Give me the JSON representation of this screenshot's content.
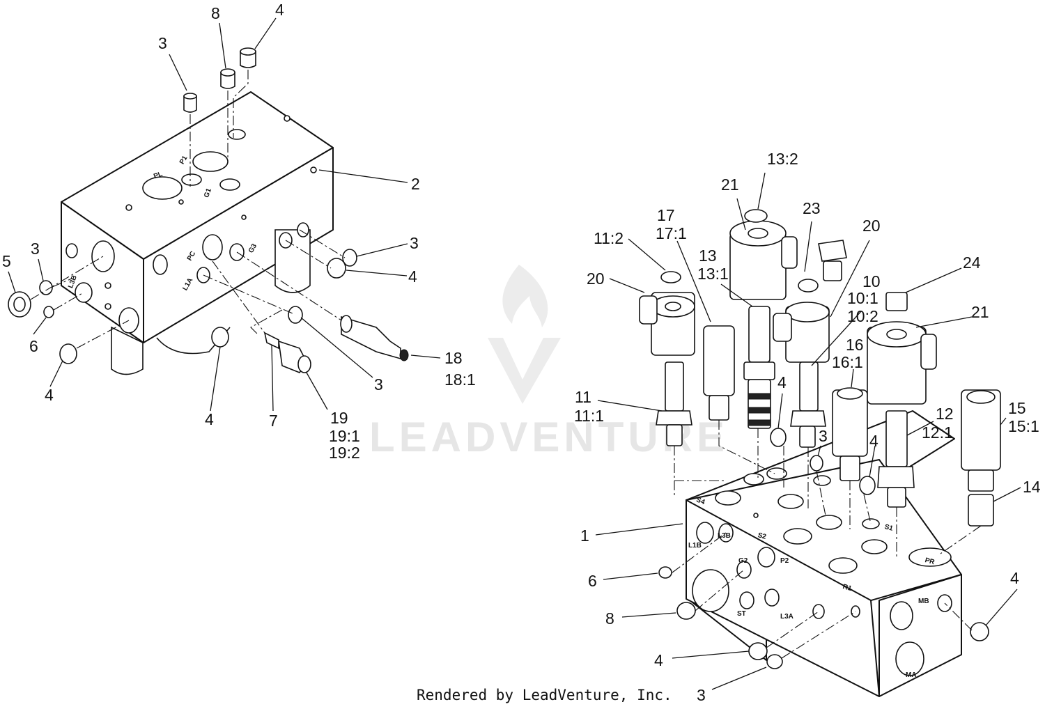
{
  "watermark": "LEADVENTURE",
  "footer": "Rendered by LeadVenture, Inc.",
  "callouts": {
    "left": [
      {
        "id": "c3a",
        "text": "3"
      },
      {
        "id": "c8a",
        "text": "8"
      },
      {
        "id": "c4a",
        "text": "4"
      },
      {
        "id": "c2",
        "text": "2"
      },
      {
        "id": "c5",
        "text": "5"
      },
      {
        "id": "c3b",
        "text": "3"
      },
      {
        "id": "c3c",
        "text": "3"
      },
      {
        "id": "c4b",
        "text": "4"
      },
      {
        "id": "c6a",
        "text": "6"
      },
      {
        "id": "c4c",
        "text": "4"
      },
      {
        "id": "c18",
        "text": "18"
      },
      {
        "id": "c18_1",
        "text": "18:1"
      },
      {
        "id": "c3d",
        "text": "3"
      },
      {
        "id": "c4d",
        "text": "4"
      },
      {
        "id": "c7",
        "text": "7"
      },
      {
        "id": "c19",
        "text": "19"
      },
      {
        "id": "c19_1",
        "text": "19:1"
      },
      {
        "id": "c19_2",
        "text": "19:2"
      }
    ],
    "right": [
      {
        "id": "c13_2",
        "text": "13:2"
      },
      {
        "id": "c21a",
        "text": "21"
      },
      {
        "id": "c23",
        "text": "23"
      },
      {
        "id": "c20a",
        "text": "20"
      },
      {
        "id": "c17",
        "text": "17"
      },
      {
        "id": "c17_1",
        "text": "17:1"
      },
      {
        "id": "c11_2",
        "text": "11:2"
      },
      {
        "id": "c13",
        "text": "13"
      },
      {
        "id": "c13_1",
        "text": "13:1"
      },
      {
        "id": "c24",
        "text": "24"
      },
      {
        "id": "c20b",
        "text": "20"
      },
      {
        "id": "c10",
        "text": "10"
      },
      {
        "id": "c10_1",
        "text": "10:1"
      },
      {
        "id": "c10_2",
        "text": "10:2"
      },
      {
        "id": "c21b",
        "text": "21"
      },
      {
        "id": "c16",
        "text": "16"
      },
      {
        "id": "c16_1",
        "text": "16:1"
      },
      {
        "id": "c11",
        "text": "11"
      },
      {
        "id": "c11_1",
        "text": "11:1"
      },
      {
        "id": "c4e",
        "text": "4"
      },
      {
        "id": "c15",
        "text": "15"
      },
      {
        "id": "c15_1",
        "text": "15:1"
      },
      {
        "id": "c12",
        "text": "12"
      },
      {
        "id": "c12_1",
        "text": "12:1"
      },
      {
        "id": "c3e",
        "text": "3"
      },
      {
        "id": "c4f",
        "text": "4"
      },
      {
        "id": "c14",
        "text": "14"
      },
      {
        "id": "c1",
        "text": "1"
      },
      {
        "id": "c6b",
        "text": "6"
      },
      {
        "id": "c4g",
        "text": "4"
      },
      {
        "id": "c8b",
        "text": "8"
      },
      {
        "id": "c4h",
        "text": "4"
      },
      {
        "id": "c3f",
        "text": "3"
      }
    ]
  },
  "ports": {
    "left": [
      "P1",
      "PL",
      "G1",
      "PC",
      "G3",
      "L1A",
      "L3B"
    ],
    "right": [
      "S4",
      "L1B",
      "L3B",
      "S2",
      "G2",
      "P2",
      "ST",
      "L3A",
      "S1",
      "R1",
      "PR",
      "MB",
      "MA"
    ]
  }
}
